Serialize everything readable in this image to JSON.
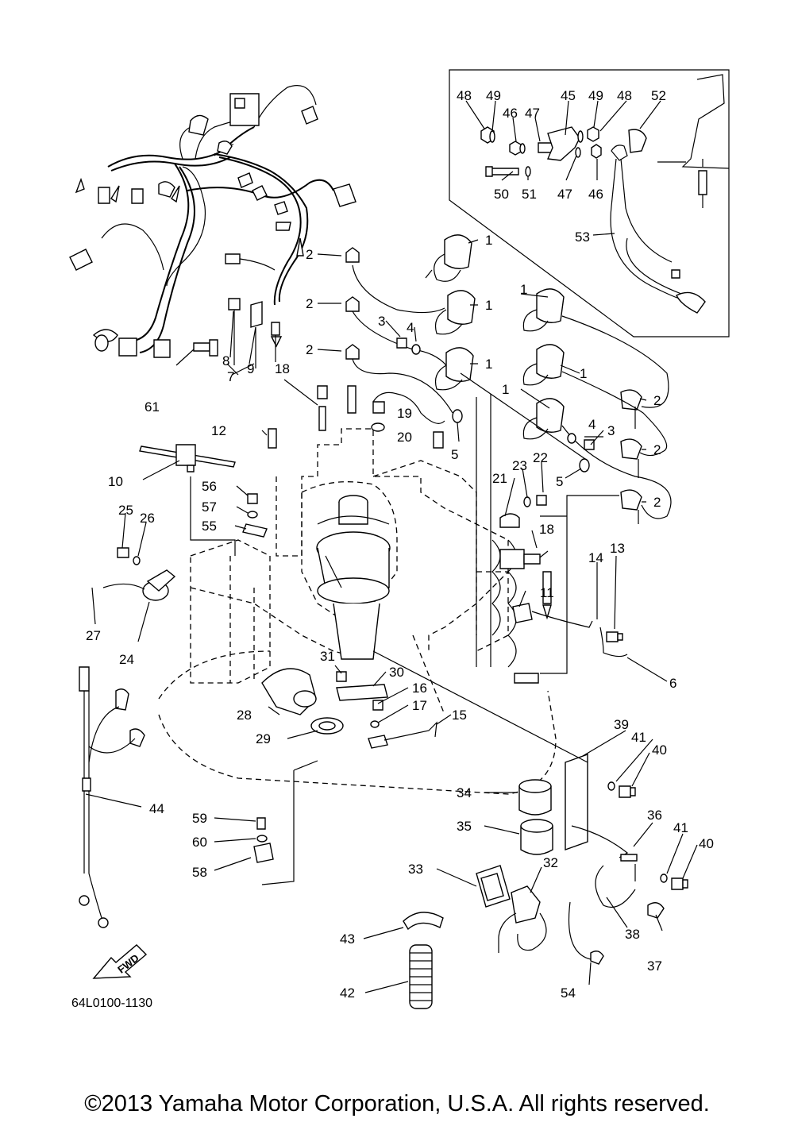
{
  "diagram": {
    "part_code": "64L0100-1130",
    "fwd_label": "FWD",
    "copyright": "©2013 Yamaha Motor Corporation, U.S.A. All rights reserved.",
    "callouts": {
      "c1a": "1",
      "c1b": "1",
      "c1c": "1",
      "c1d": "1",
      "c1e": "1",
      "c1f": "1",
      "c2a": "2",
      "c2b": "2",
      "c2c": "2",
      "c2d": "2",
      "c2e": "2",
      "c2f": "2",
      "c3a": "3",
      "c3b": "3",
      "c4a": "4",
      "c4b": "4",
      "c5a": "5",
      "c5b": "5",
      "c6": "6",
      "c7": "7",
      "c8": "8",
      "c9": "9",
      "c10": "10",
      "c11": "11",
      "c12": "12",
      "c13": "13",
      "c14": "14",
      "c15": "15",
      "c16": "16",
      "c17": "17",
      "c18a": "18",
      "c18b": "18",
      "c19": "19",
      "c20": "20",
      "c21": "21",
      "c22": "22",
      "c23": "23",
      "c24": "24",
      "c25": "25",
      "c26": "26",
      "c27": "27",
      "c28": "28",
      "c29": "29",
      "c30": "30",
      "c31": "31",
      "c32": "32",
      "c33": "33",
      "c34": "34",
      "c35": "35",
      "c36": "36",
      "c37": "37",
      "c38": "38",
      "c39": "39",
      "c40a": "40",
      "c40b": "40",
      "c41a": "41",
      "c41b": "41",
      "c42": "42",
      "c43": "43",
      "c44": "44",
      "c45": "45",
      "c46a": "46",
      "c46b": "46",
      "c47a": "47",
      "c47b": "47",
      "c48a": "48",
      "c48b": "48",
      "c49a": "49",
      "c49b": "49",
      "c50": "50",
      "c51": "51",
      "c52": "52",
      "c53": "53",
      "c54": "54",
      "c55": "55",
      "c56": "56",
      "c57": "57",
      "c58": "58",
      "c59": "59",
      "c60": "60",
      "c61": "61"
    }
  }
}
